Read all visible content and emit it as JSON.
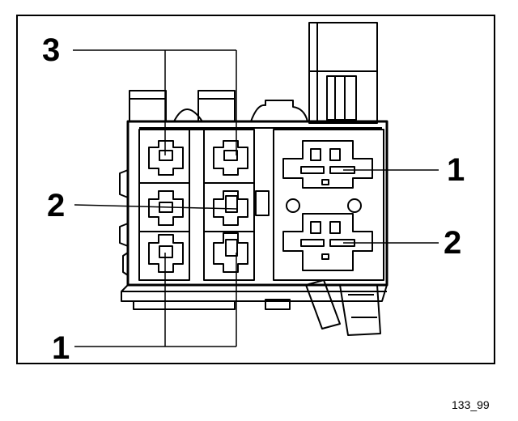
{
  "diagram": {
    "callouts": {
      "top_left": "3",
      "mid_left": "2",
      "bottom_left": "1",
      "right_upper": "1",
      "right_lower": "2"
    },
    "reference_code": "133_99"
  },
  "colors": {
    "ink": "#000000",
    "paper": "#ffffff"
  }
}
